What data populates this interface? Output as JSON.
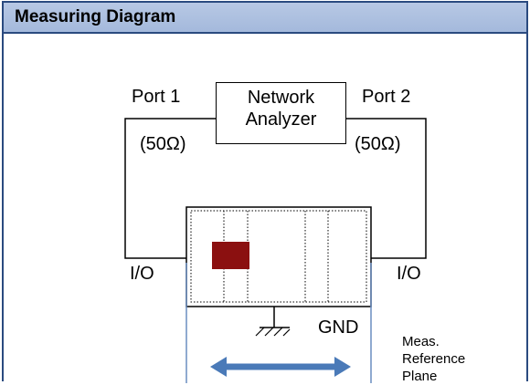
{
  "panel": {
    "title": "Measuring Diagram"
  },
  "analyzer": {
    "line1": "Network",
    "line2": "Analyzer"
  },
  "ports": {
    "port1": "Port 1",
    "port2": "Port 2",
    "port1_impedance": "(50Ω)",
    "port2_impedance": "(50Ω)"
  },
  "terminals": {
    "io_left": "I/O",
    "io_right": "I/O",
    "gnd": "GND"
  },
  "reference": {
    "line1": "Meas.",
    "line2": "Reference",
    "line3": "Plane"
  },
  "colors": {
    "header_bg": "#a9bcdc",
    "border": "#2a4a7f",
    "component": "#8b1010",
    "arrow": "#4a7ab8",
    "ref_line": "#6a8ec0"
  }
}
